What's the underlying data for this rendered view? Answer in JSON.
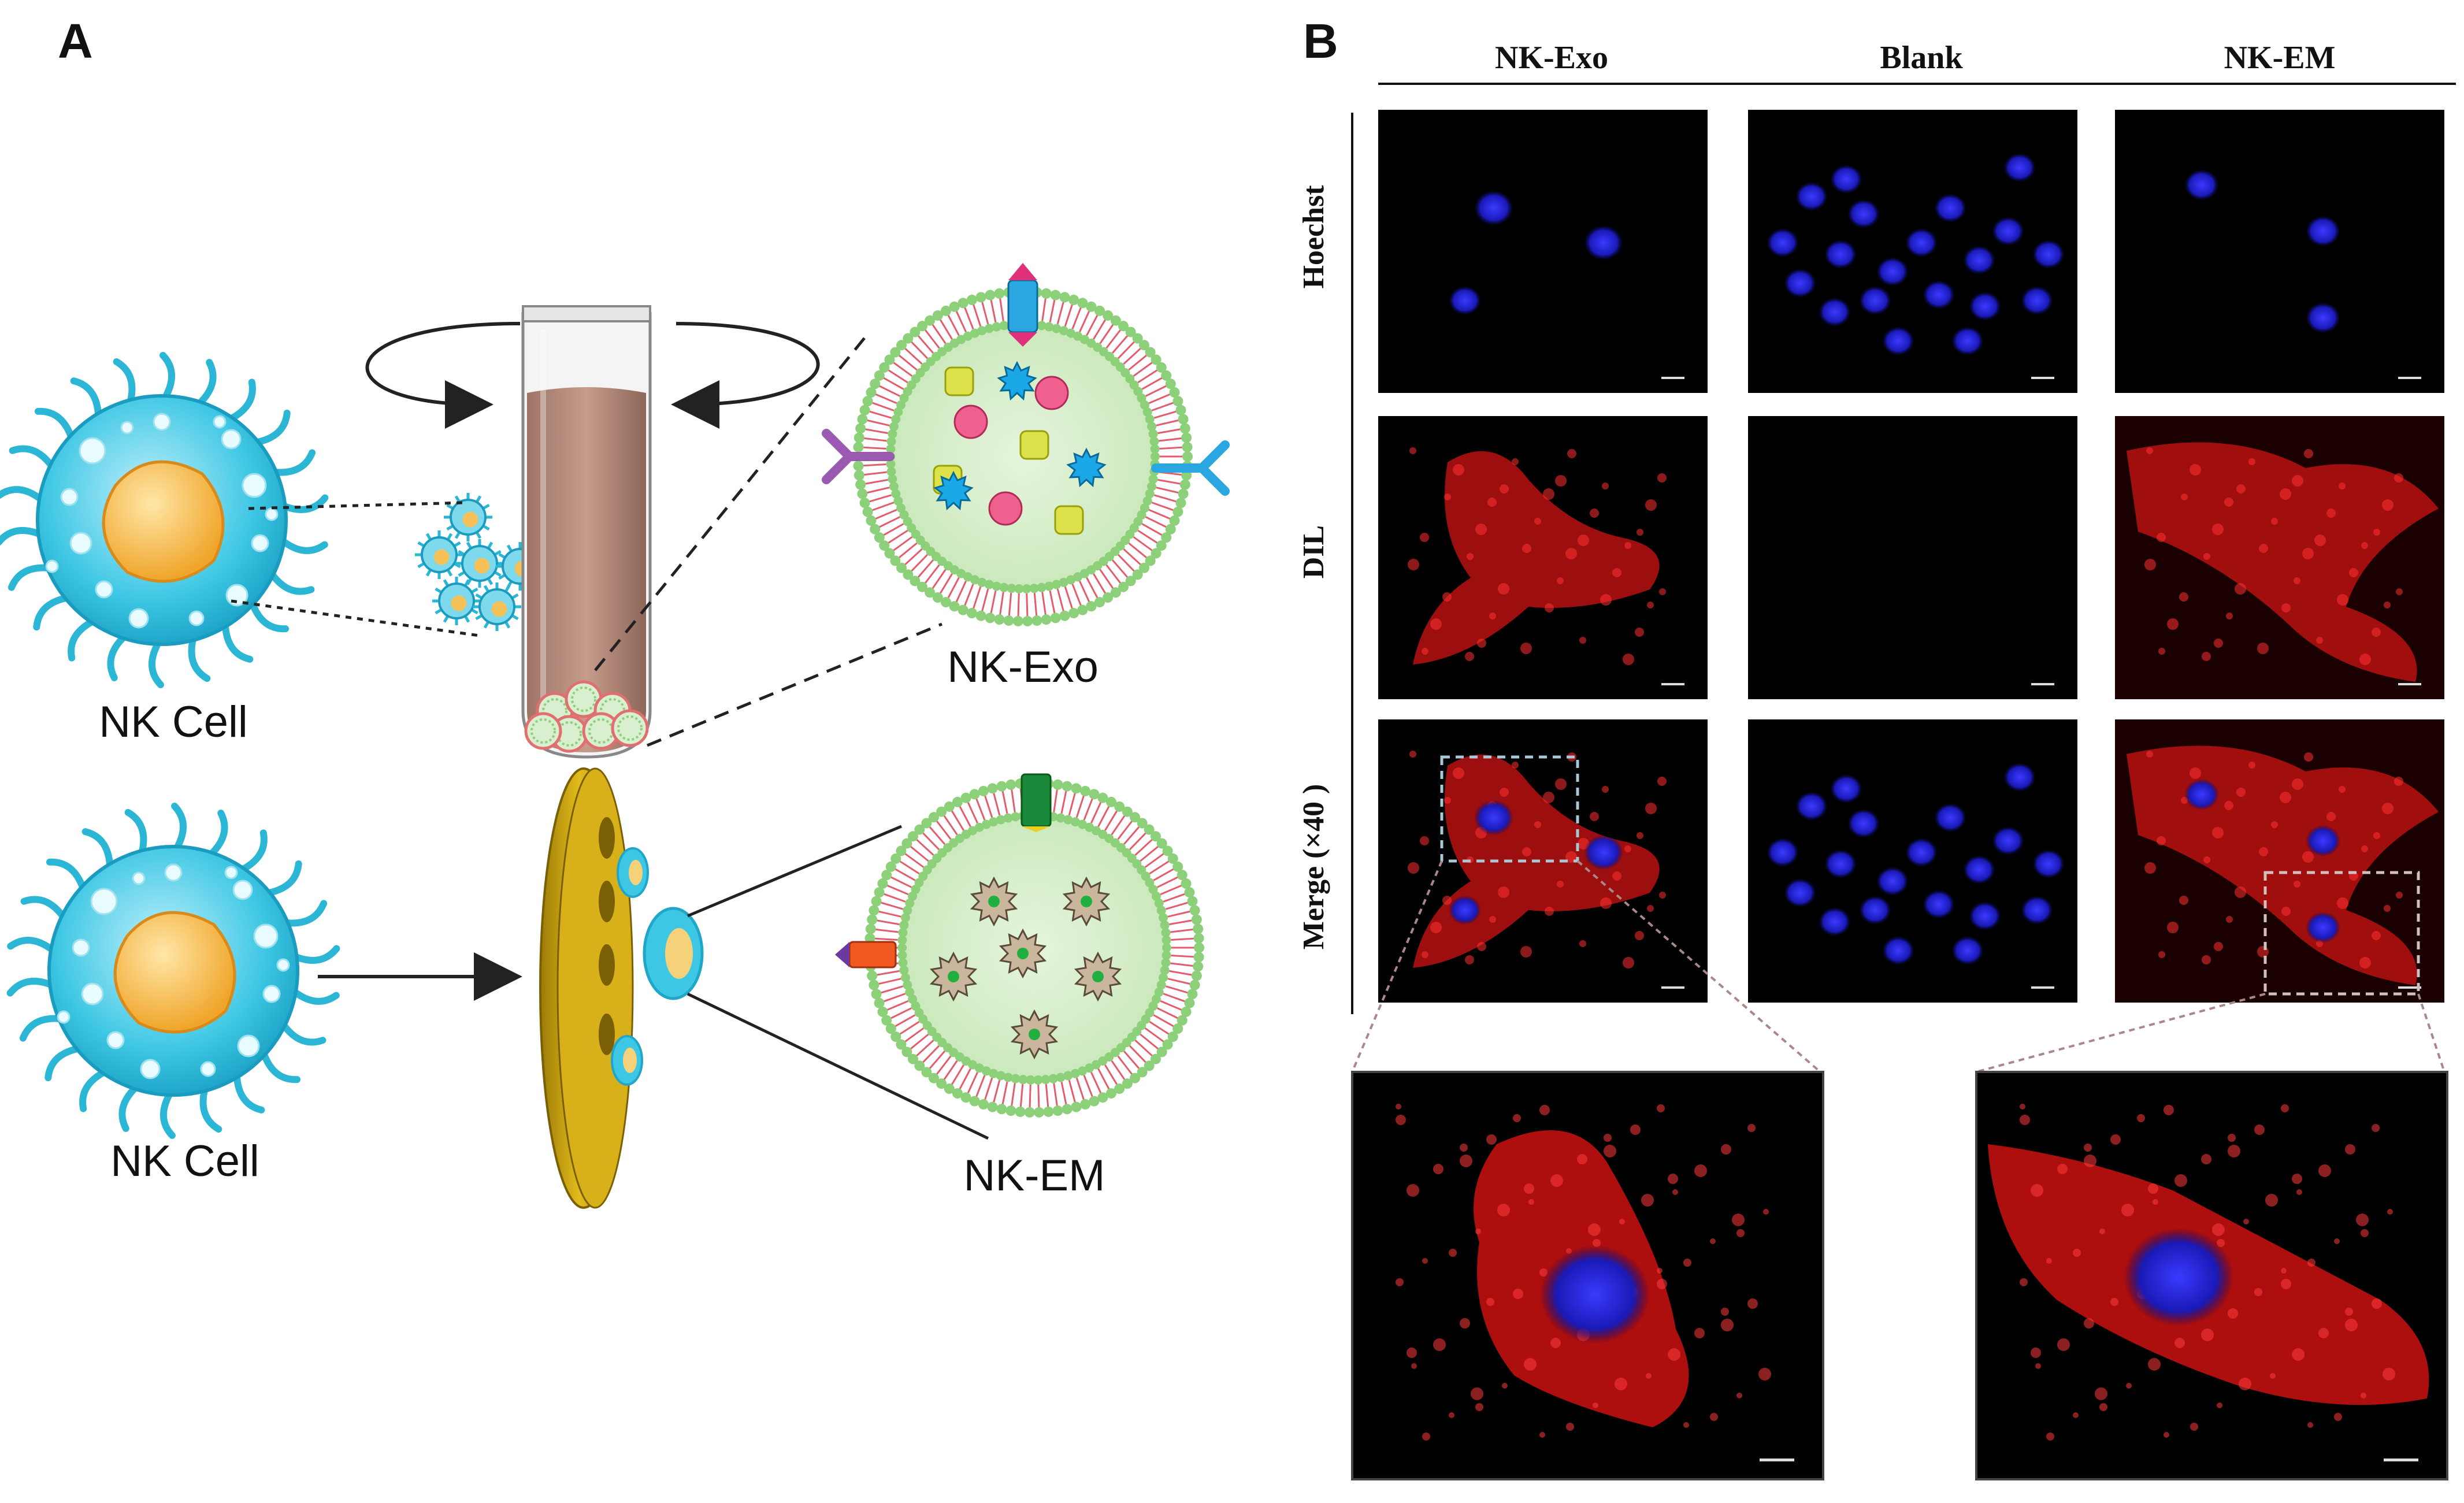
{
  "panel_a": {
    "letter": "A",
    "labels": {
      "nk_cell_top": "NK Cell",
      "nk_cell_bottom": "NK Cell",
      "nk_exo": "NK-Exo",
      "nk_em": "NK-EM"
    },
    "colors": {
      "nk_cell_body": "#3ec7e4",
      "nk_cell_nucleus": "#f5b23c",
      "tube_liquid": "#b58a7b",
      "extruder_disc": "#c9a10b",
      "vesicle_inner": "#d6efcc",
      "membrane_head": "#8cd17a",
      "membrane_tail": "#e45c6c"
    }
  },
  "panel_b": {
    "letter": "B",
    "columns": [
      "NK-Exo",
      "Blank",
      "NK-EM"
    ],
    "rows": [
      "Hoechst",
      "DIL",
      "Merge (×40 )"
    ],
    "colors": {
      "hoechst_blue": "#2a2ad8",
      "dil_red": "#e01818",
      "background": "#000000",
      "zoom_box": "#a8c8d8"
    }
  }
}
